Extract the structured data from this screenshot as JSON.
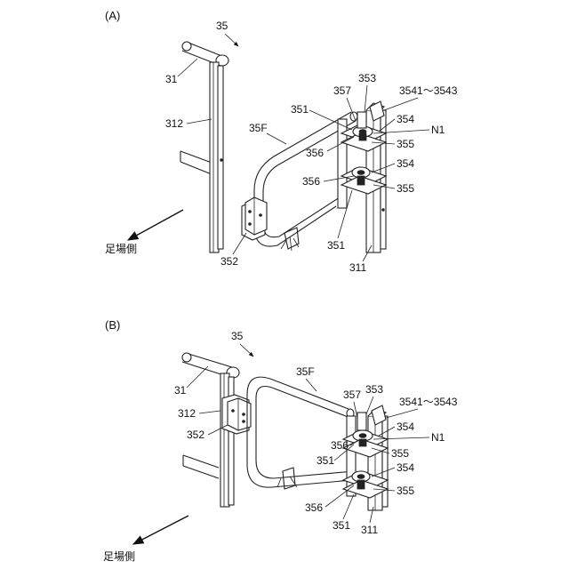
{
  "figure": {
    "panels": [
      {
        "id": "A",
        "panel_label": "(A)",
        "labels": {
          "assembly": "35",
          "handrail": "31",
          "post_left": "312",
          "gate_frame": "35F",
          "bracket_left": "352",
          "post_right": "311",
          "hinge_pin_top": "351",
          "hinge_pin_bottom": "351",
          "part_353": "353",
          "part_357": "357",
          "range": "3541～3543",
          "part_354_top": "354",
          "part_354_bottom": "354",
          "n1": "N1",
          "part_355_top": "355",
          "part_355_bottom": "355",
          "part_356_top": "356",
          "part_356_bottom": "356"
        },
        "direction_label": "足場側"
      },
      {
        "id": "B",
        "panel_label": "(B)",
        "labels": {
          "assembly": "35",
          "handrail": "31",
          "post_left": "312",
          "gate_frame": "35F",
          "bracket_left": "352",
          "post_right": "311",
          "hinge_pin_top": "351",
          "hinge_pin_bottom": "351",
          "part_353": "353",
          "part_357": "357",
          "range": "3541～3543",
          "part_354_top": "354",
          "part_354_bottom": "354",
          "n1": "N1",
          "part_355_top": "355",
          "part_355_bottom": "355",
          "part_356_top": "356",
          "part_356_bottom": "356"
        },
        "direction_label": "足場側"
      }
    ]
  }
}
